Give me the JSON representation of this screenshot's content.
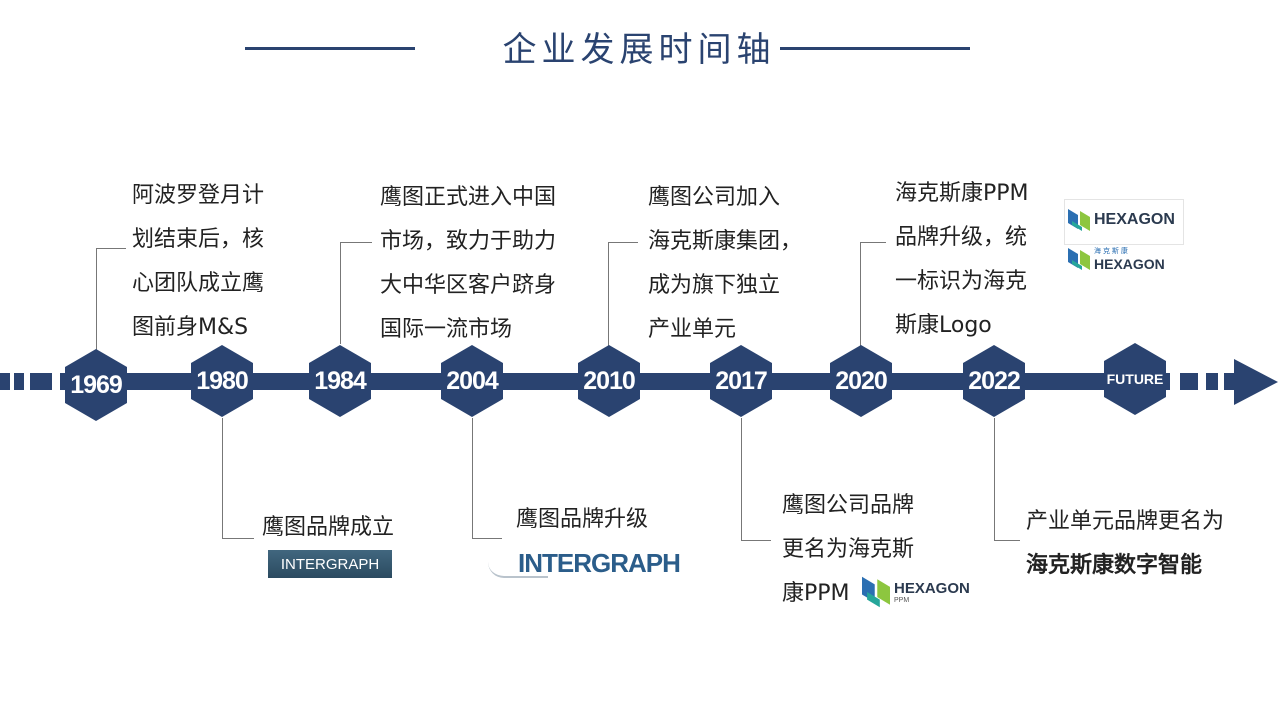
{
  "title": "企业发展时间轴",
  "colors": {
    "primary": "#2a4370",
    "logo_green": "#8dc63f",
    "logo_blue": "#2b6fb2"
  },
  "milestones": [
    {
      "year": "1969",
      "lines": [
        "阿波罗登月计",
        "划结束后，核",
        "心团队成立鹰",
        "图前身M&S"
      ]
    },
    {
      "year": "1980",
      "lines": [
        "鹰图品牌成立"
      ],
      "logo": "INTERGRAPH"
    },
    {
      "year": "1984",
      "lines": [
        "鹰图正式进入中国",
        "市场，致力于助力",
        "大中华区客户跻身",
        "国际一流市场"
      ]
    },
    {
      "year": "2004",
      "lines": [
        "鹰图品牌升级"
      ],
      "logo": "INTERGRAPH"
    },
    {
      "year": "2010",
      "lines": [
        "鹰图公司加入",
        "海克斯康集团，",
        "成为旗下独立",
        "产业单元"
      ]
    },
    {
      "year": "2017",
      "lines": [
        "鹰图公司品牌",
        "更名为海克斯",
        "康PPM"
      ],
      "logo": "HEXAGON",
      "logo_sub": "PPM"
    },
    {
      "year": "2020",
      "lines": [
        "海克斯康PPM",
        "品牌升级，统",
        "一标识为海克",
        "斯康Logo"
      ],
      "logos": [
        "HEXAGON",
        "HEXAGON"
      ],
      "logo_sub": "海 克 斯 康"
    },
    {
      "year": "2022",
      "lines": [
        "产业单元品牌更名为"
      ],
      "bold_line": "海克斯康数字智能"
    },
    {
      "year": "FUTURE"
    }
  ]
}
